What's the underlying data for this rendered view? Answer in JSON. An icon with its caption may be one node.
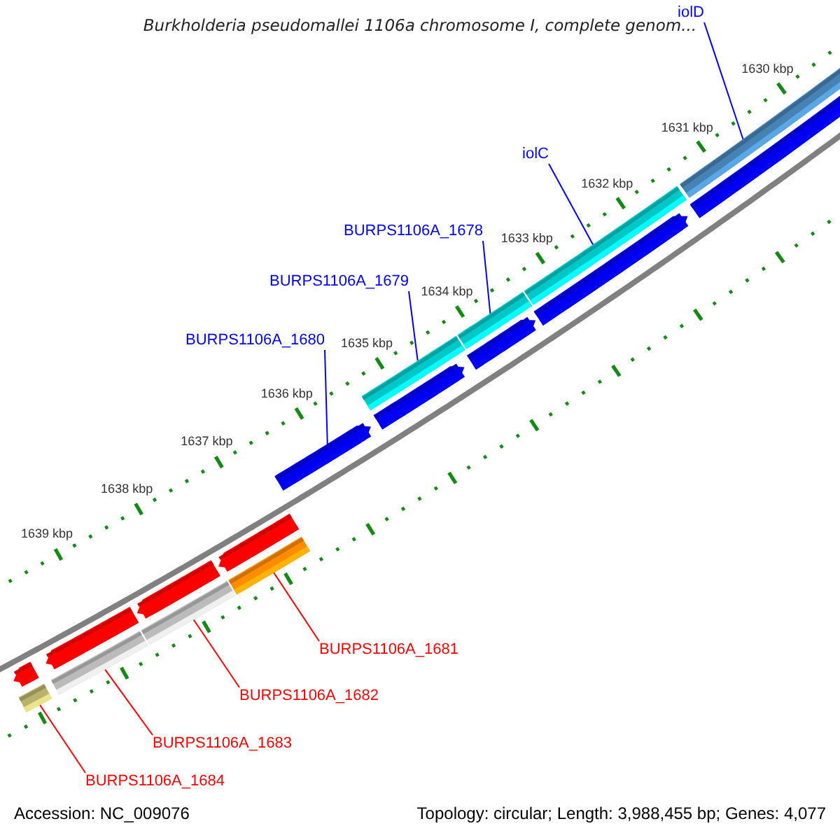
{
  "diagram": {
    "title": "Burkholderia pseudomallei 1106a chromosome I, complete genom...",
    "nodes": [
      {
        "text": [
          "iolD"
        ]
      },
      {
        "text": [],
        "shape": "bar"
      },
      {
        "text": [
          "iolC"
        ]
      },
      {
        "text": [],
        "shape": "bar"
      },
      {
        "text": [
          "BURPS1106A_1678"
        ]
      },
      {
        "text": [],
        "shape": "bar"
      },
      {
        "text": [
          "BURPS1106A_1679"
        ]
      },
      {
        "text": [],
        "shape": "bar"
      },
      {
        "text": [
          "BURPS1106A_1680"
        ]
      },
      {
        "text": [],
        "shape": "arrow"
      },
      {
        "text": [
          "BURPS1106A_1681"
        ]
      },
      {
        "text": [],
        "shape": "bar"
      },
      {
        "text": [
          "BURPS1106A_1682"
        ]
      },
      {
        "text": [],
        "shape": "bar"
      },
      {
        "text": [
          "BURPS1106A_1683"
        ]
      },
      {
        "text": [],
        "shape": "bar"
      },
      {
        "text": [
          "BURPS1106A_1684"
        ]
      },
      {
        "text": [],
        "shape": "bar"
      }
    ],
    "edges": [
      {
        "from": 0,
        "to": 1,
        "arrow": "none"
      },
      {
        "from": 2,
        "to": 3,
        "arrow": "none"
      },
      {
        "from": 4,
        "to": 5,
        "arrow": "none"
      },
      {
        "from": 6,
        "to": 7,
        "arrow": "none"
      },
      {
        "from": 8,
        "to": 9,
        "arrow": "none"
      },
      {
        "from": 10,
        "to": 11,
        "arrow": "none",
        "color": "#ff0000"
      },
      {
        "from": 12,
        "to": 13,
        "arrow": "none",
        "color": "#ff0000"
      },
      {
        "from": 14,
        "to": 15,
        "arrow": "none",
        "color": "#ff0000"
      },
      {
        "from": 16,
        "to": 17,
        "arrow": "none",
        "color": "#ff0000"
      }
    ],
    "labels": [
      "1630 kbp",
      "1631 kbp",
      "1632 kbp",
      "1633 kbp",
      "1634 kbp",
      "1635 kbp",
      "1636 kbp",
      "1637 kbp",
      "1638 kbp",
      "1639 kbp",
      "Accession: NC_009076",
      "Topology: circular; Length: 3,988,455 bp; Genes: 4,077"
    ]
  }
}
